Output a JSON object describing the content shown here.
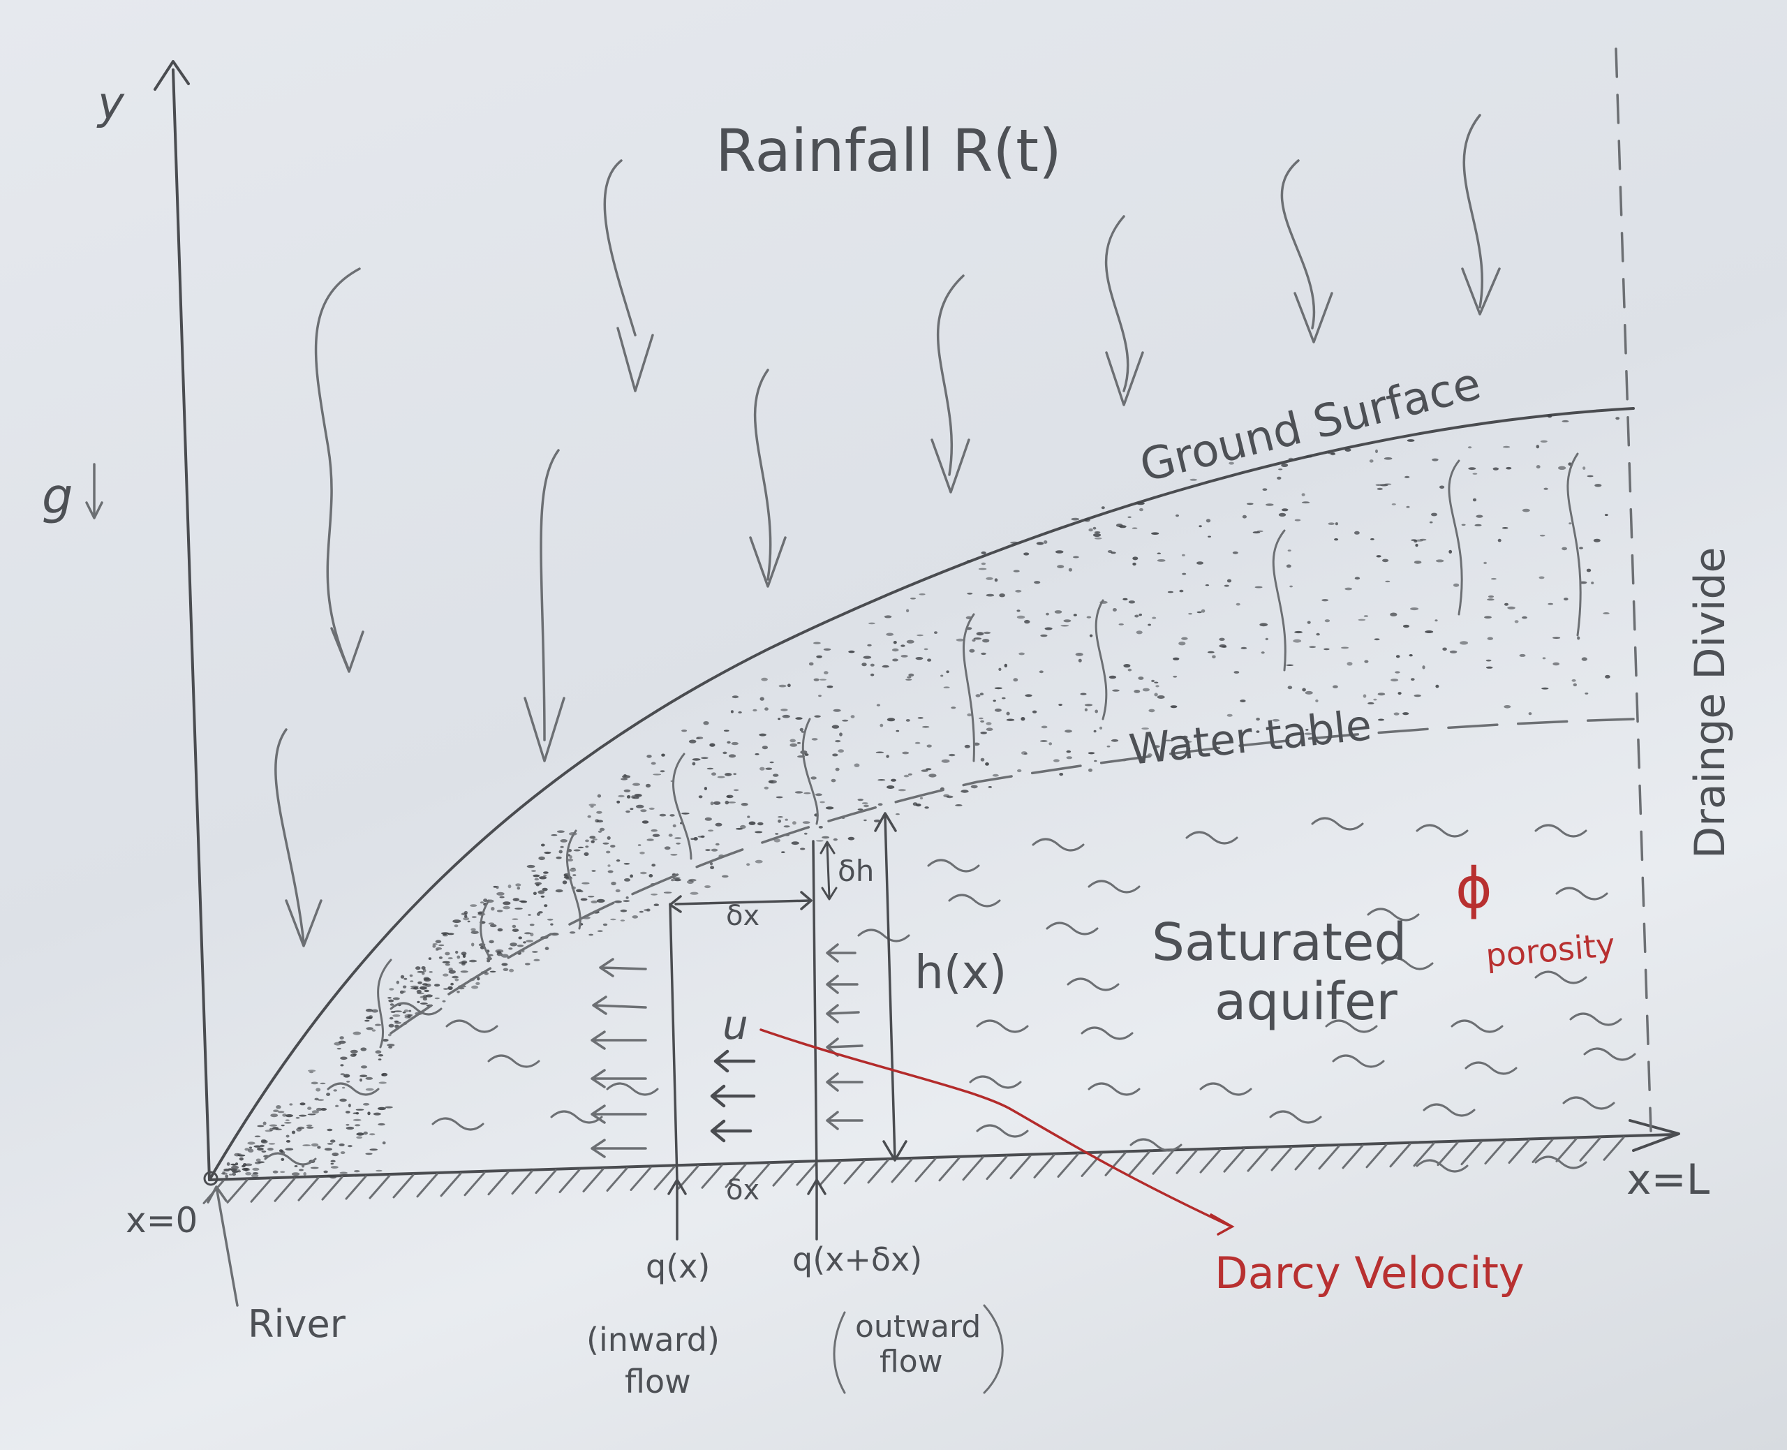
{
  "labels": {
    "y_axis": "y",
    "gravity": "g",
    "rainfall": "Rainfall  R(t)",
    "ground_surface": "Ground Surface",
    "water_table": "Water table",
    "drainage_divide": "Drainge  Divide",
    "delta_h": "δh",
    "delta_x_top": "δx",
    "delta_x_bottom": "δx",
    "h_of_x": "h(x)",
    "saturated_line1": "Saturated",
    "saturated_line2": "aquifer",
    "phi": "ϕ",
    "porosity": "porosity",
    "u": "u",
    "x_origin": "x=0",
    "x_end": "x=L",
    "river": "River",
    "q_in": "q(x)",
    "q_out": "q(x+δx)",
    "inward_line1": "(inward)",
    "inward_line2": "flow",
    "outward_line1": "outward",
    "outward_line2": "flow",
    "darcy_velocity": "Darcy Velocity"
  },
  "colors": {
    "pencil": "#6c6f73",
    "red_ink": "#b32b2b",
    "paper": "#e3e6eb"
  }
}
